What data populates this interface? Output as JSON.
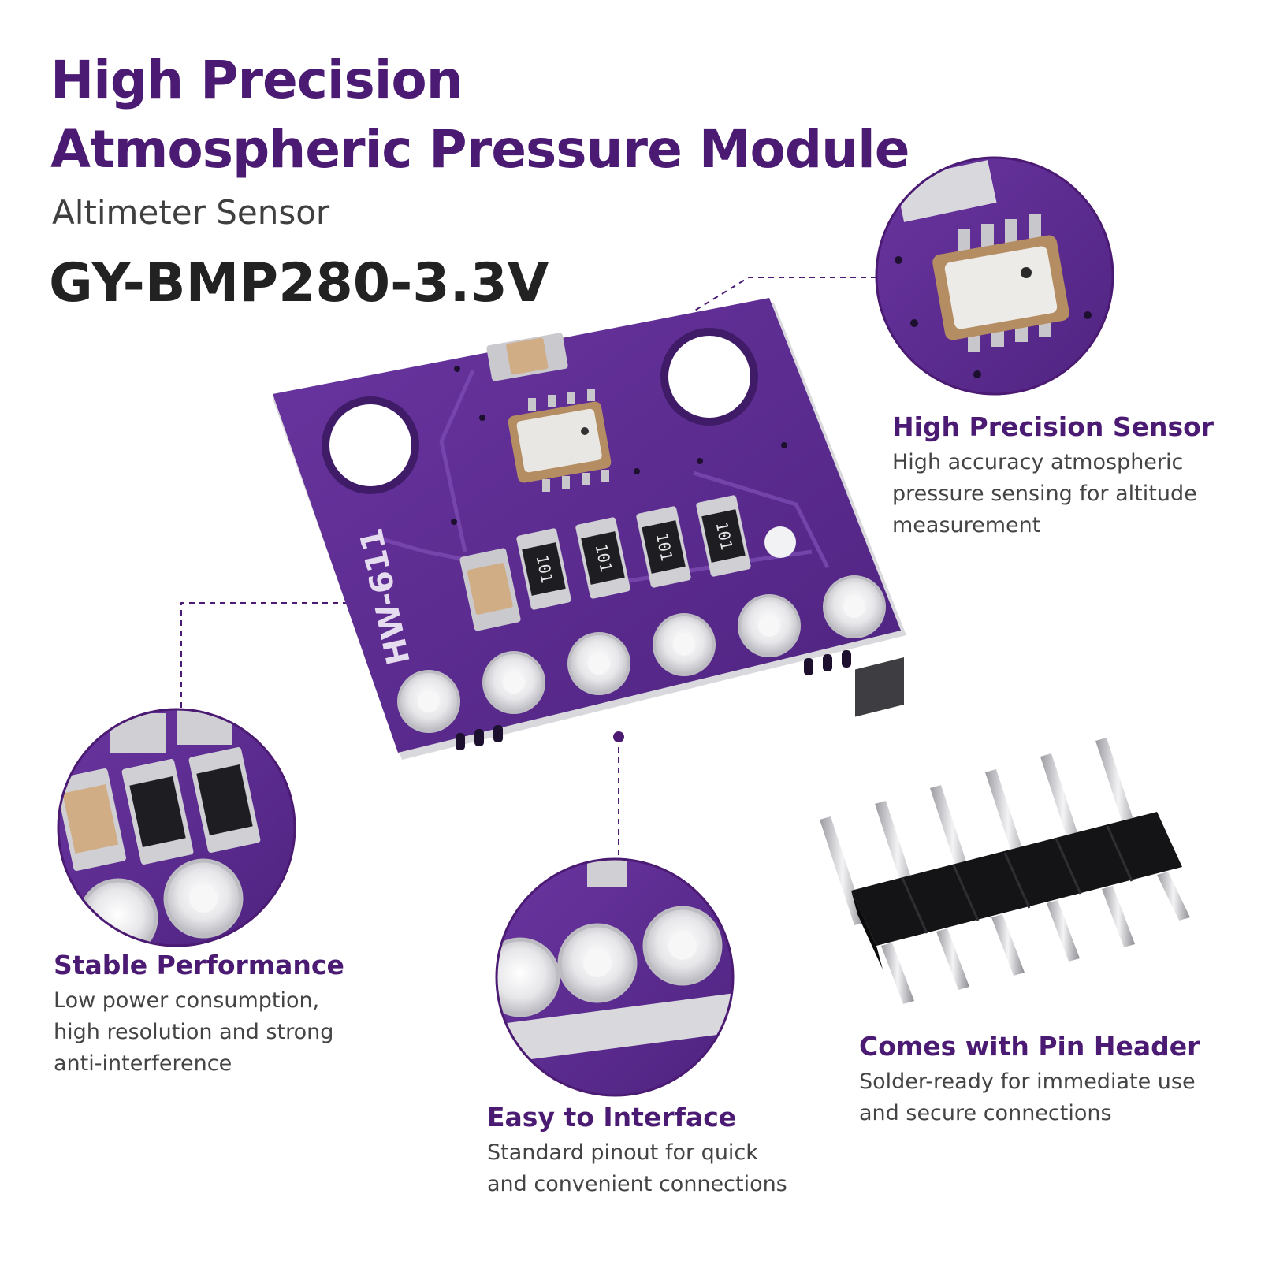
{
  "header": {
    "title_line1": "High Precision",
    "title_line2": "Atmospheric Pressure Module",
    "subtitle": "Altimeter Sensor",
    "model": "GY-BMP280-3.3V"
  },
  "board": {
    "silkscreen": "HW-611",
    "resistor_code": "101"
  },
  "features": {
    "sensor": {
      "title": "High Precision Sensor",
      "desc_lines": [
        "High accuracy atmospheric",
        "pressure sensing for altitude",
        "measurement"
      ]
    },
    "stable": {
      "title": "Stable Performance",
      "desc_lines": [
        "Low power consumption,",
        "high resolution and strong",
        "anti-interference"
      ]
    },
    "interface": {
      "title": "Easy to Interface",
      "desc_lines": [
        "Standard pinout for quick",
        "and convenient connections"
      ]
    },
    "header": {
      "title": "Comes with Pin Header",
      "desc_lines": [
        "Solder-ready for immediate use",
        "and secure connections"
      ]
    }
  },
  "colors": {
    "brand_purple": "#4b1a73",
    "pcb_purple": "#5b2a8c",
    "text_gray": "#444444"
  }
}
